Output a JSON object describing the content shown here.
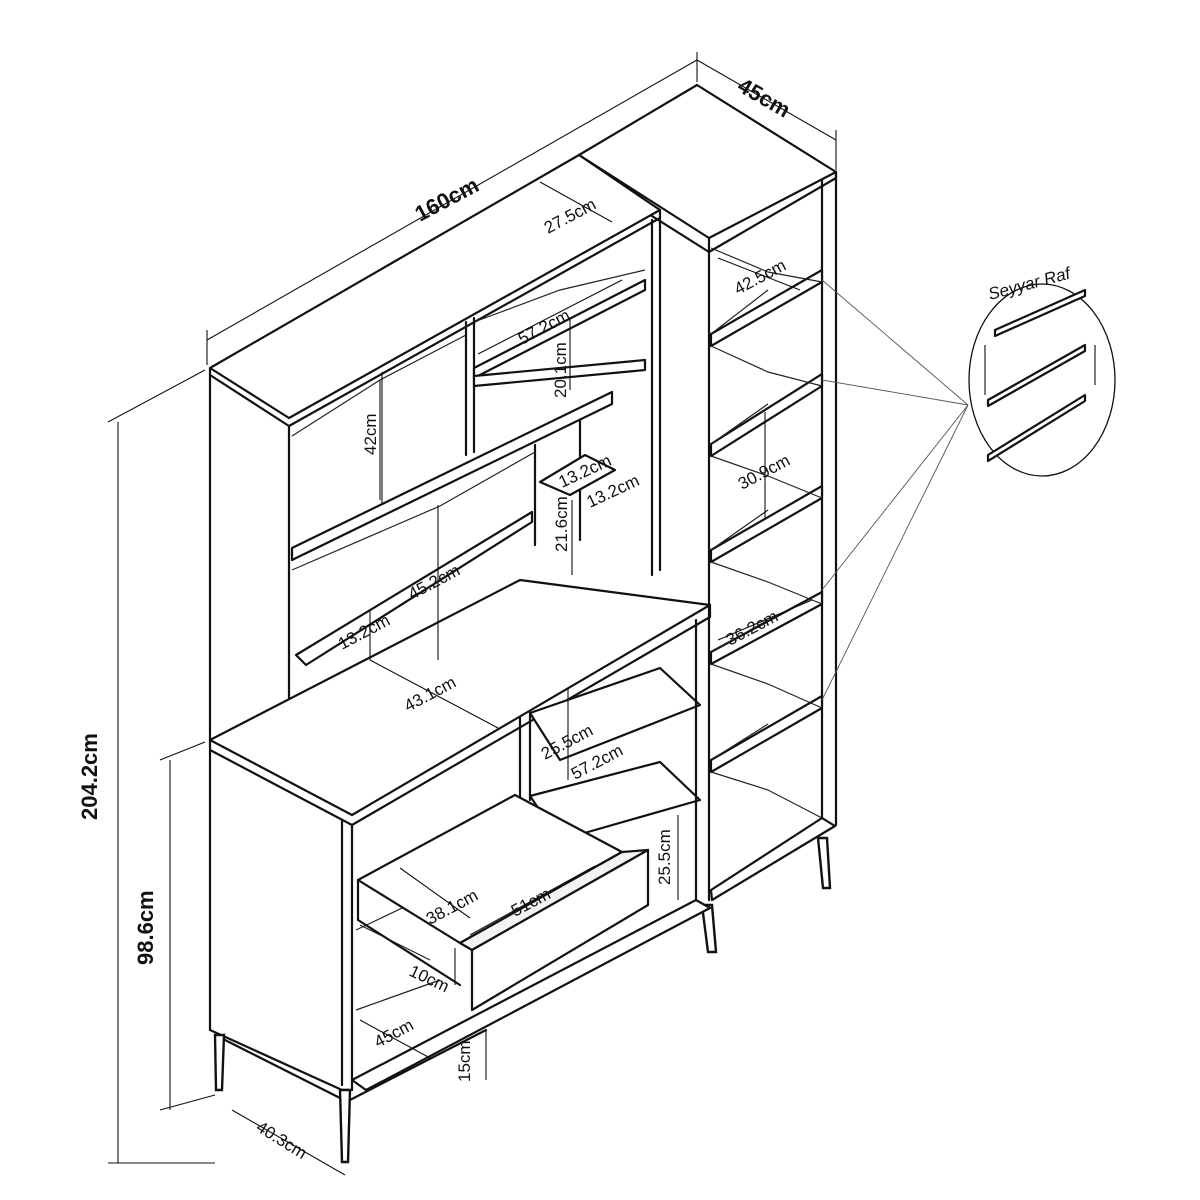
{
  "diagram": {
    "overall": {
      "width": "160cm",
      "depth": "45cm",
      "height": "204.2cm",
      "lower_height": "98.6cm",
      "leg_depth": "40.3cm"
    },
    "upper_left": {
      "top_depth": "27.5cm",
      "top_shelf_width": "57.2cm",
      "top_shelf_height": "20.1cm",
      "cubby_height": "42cm",
      "small_shelf_w": "13.2cm",
      "small_shelf_d": "13.2cm",
      "small_shelf_gap": "21.6cm",
      "open_height": "45.2cm",
      "ledge_height": "13.2cm",
      "counter_depth": "43.1cm"
    },
    "lower_left": {
      "open_shelf_height": "25.5cm",
      "open_shelf_width": "57.2cm",
      "side_height": "25.5cm",
      "drawer_depth": "38.1cm",
      "drawer_width": "51cm",
      "drawer_height": "10cm",
      "bottom_depth": "45cm",
      "leg_height": "15cm"
    },
    "tower": {
      "shelf_depth": "42.5cm",
      "shelf_gap": "30.9cm",
      "shelf_width": "36.2cm"
    },
    "callout": {
      "label": "Seyyar Raf"
    }
  }
}
